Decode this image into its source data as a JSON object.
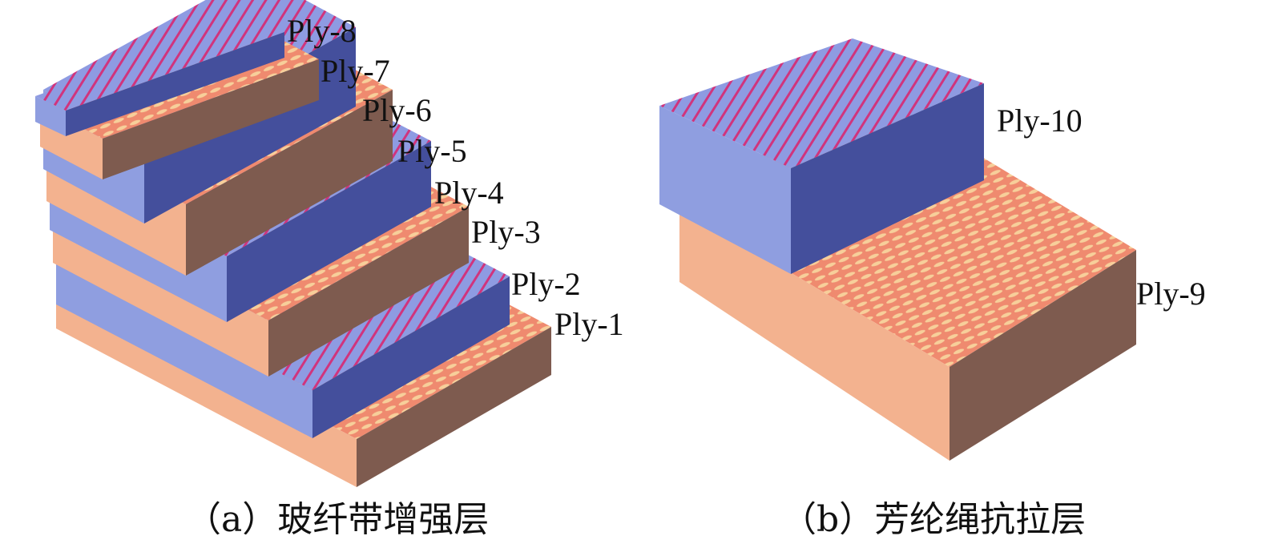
{
  "panels": [
    {
      "caption": "（a）玻纤带增强层",
      "plies": [
        "Ply-1",
        "Ply-2",
        "Ply-3",
        "Ply-4",
        "Ply-5",
        "Ply-6",
        "Ply-7",
        "Ply-8"
      ]
    },
    {
      "caption": "（b）芳纶绳抗拉层",
      "plies": [
        "Ply-9",
        "Ply-10"
      ]
    }
  ],
  "colors": {
    "glass_top": "#8e9be2",
    "glass_front": "#8f9ee0",
    "glass_side": "#444f9c",
    "glass_stripe": "#d0347d",
    "aramid_top": "#f08b70",
    "aramid_front": "#f3b28f",
    "aramid_side": "#7e5b4f",
    "aramid_stripe": "#f7cf9a"
  }
}
